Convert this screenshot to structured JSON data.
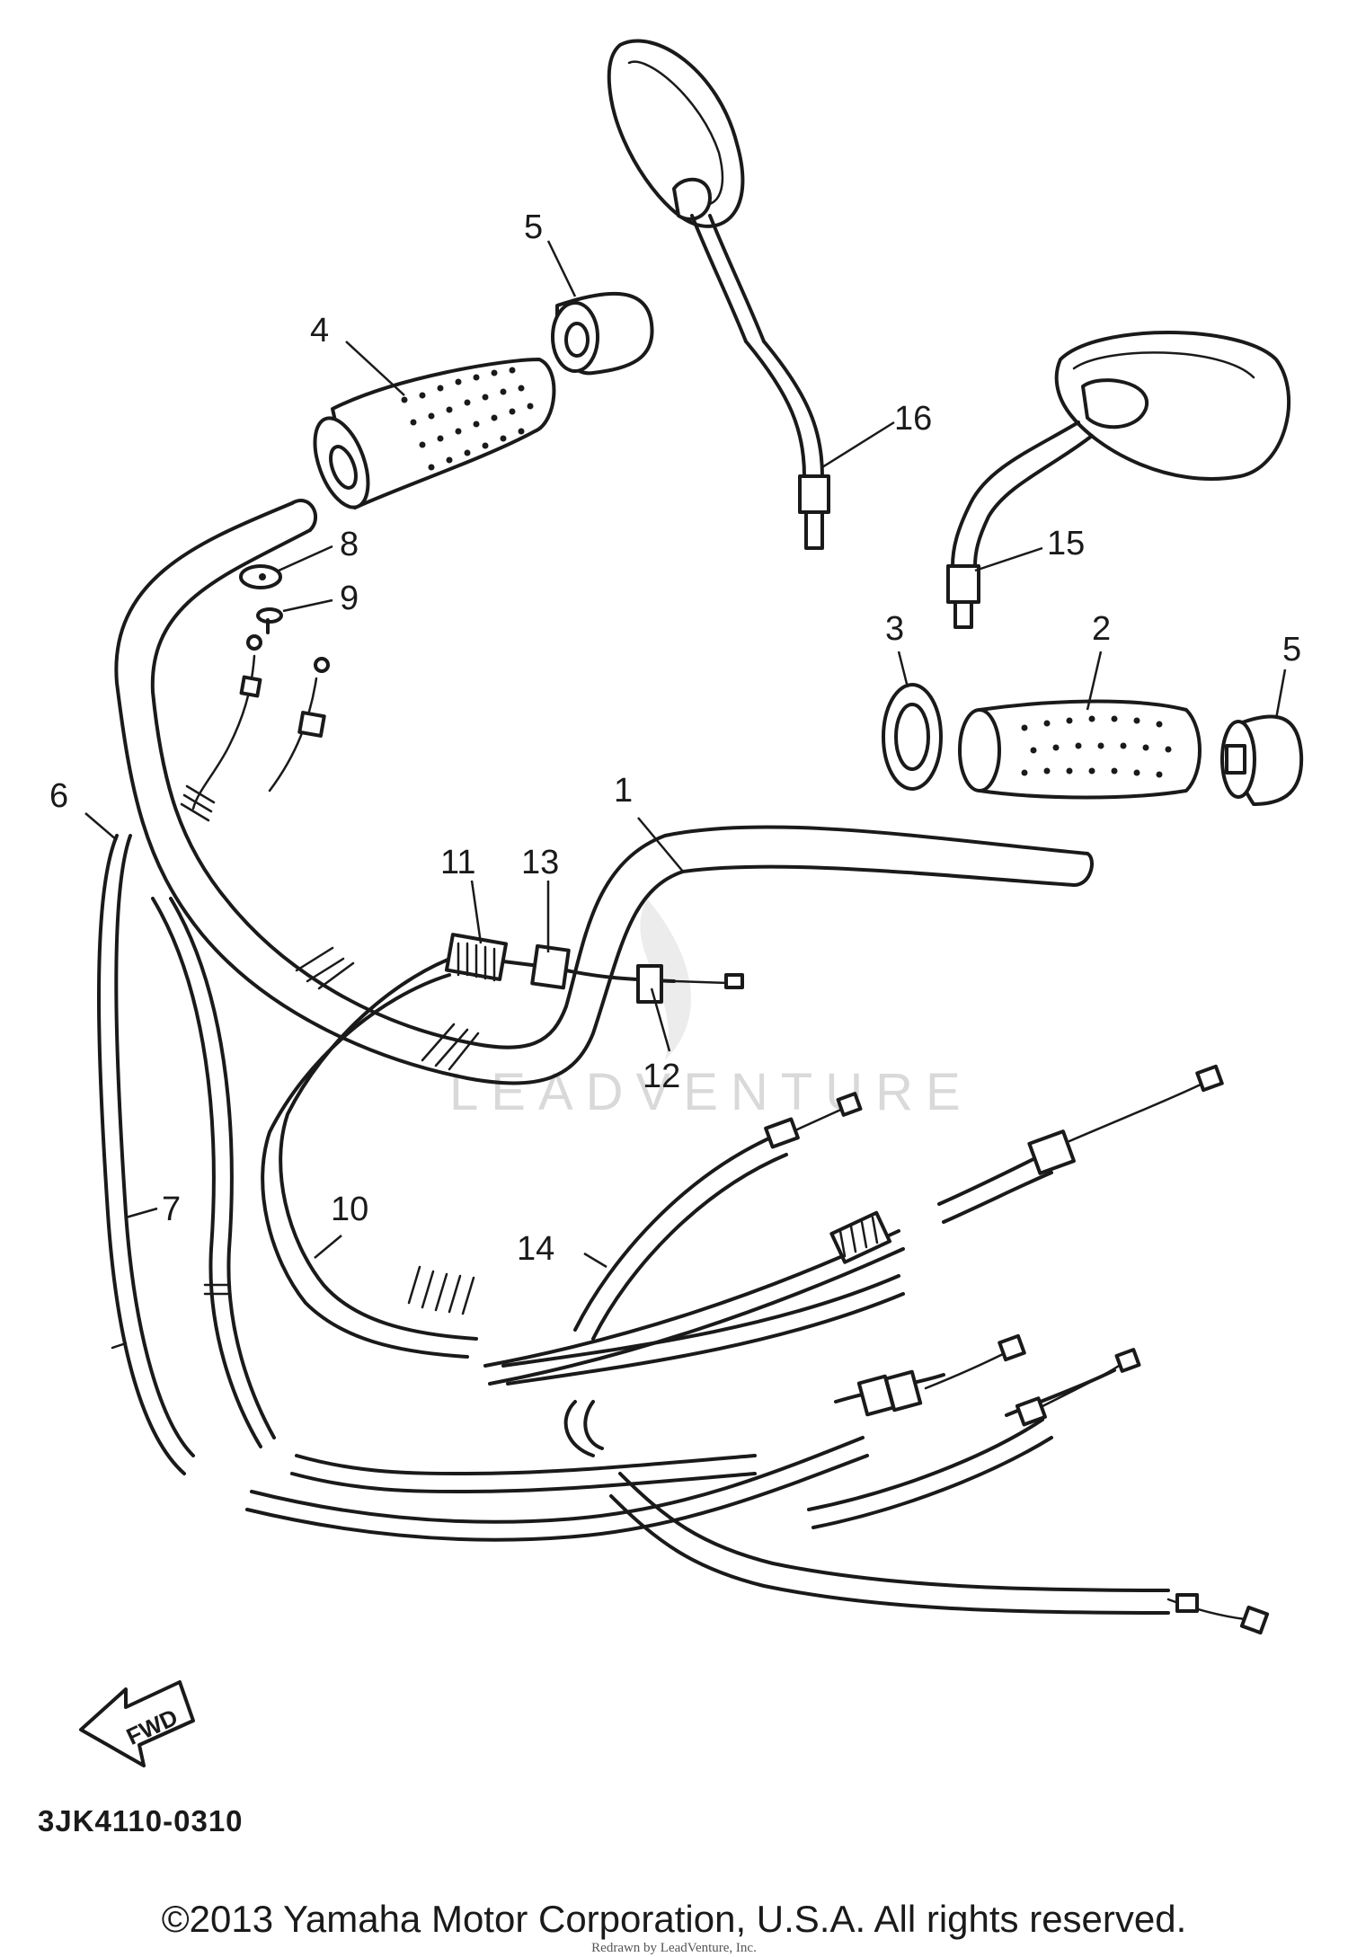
{
  "callouts": [
    {
      "id": "1",
      "label": "1"
    },
    {
      "id": "2",
      "label": "2"
    },
    {
      "id": "3",
      "label": "3"
    },
    {
      "id": "4",
      "label": "4"
    },
    {
      "id": "5a",
      "label": "5"
    },
    {
      "id": "5b",
      "label": "5"
    },
    {
      "id": "6",
      "label": "6"
    },
    {
      "id": "7",
      "label": "7"
    },
    {
      "id": "8",
      "label": "8"
    },
    {
      "id": "9",
      "label": "9"
    },
    {
      "id": "10",
      "label": "10"
    },
    {
      "id": "11",
      "label": "11"
    },
    {
      "id": "12",
      "label": "12"
    },
    {
      "id": "13",
      "label": "13"
    },
    {
      "id": "14",
      "label": "14"
    },
    {
      "id": "15",
      "label": "15"
    },
    {
      "id": "16",
      "label": "16"
    }
  ],
  "fwd_label": "FWD",
  "watermark": "LEADVENTURE",
  "diagram_code": "3JK4110-0310",
  "copyright": "©2013 Yamaha Motor Corporation, U.S.A. All rights reserved.",
  "redrawn_note": "Redrawn by LeadVenture, Inc."
}
